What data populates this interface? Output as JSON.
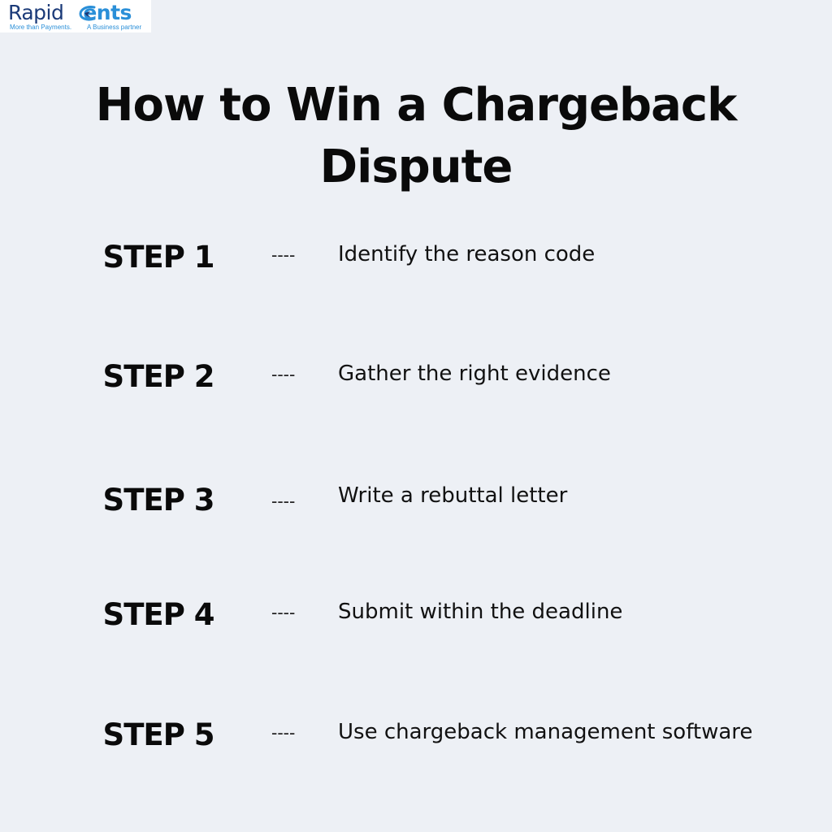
{
  "logo": {
    "word_left": "Rapid",
    "word_right": "ents",
    "tagline_left": "More than Payments.",
    "tagline_right": "A Business partner"
  },
  "title": {
    "line1": "How to Win a Chargeback",
    "line2": "Dispute"
  },
  "separator": "----",
  "steps": [
    {
      "label": "STEP 1",
      "text": "Identify the reason code"
    },
    {
      "label": "STEP 2",
      "text": "Gather the right evidence"
    },
    {
      "label": "STEP 3",
      "text": "Write a rebuttal letter"
    },
    {
      "label": "STEP 4",
      "text": "Submit within the deadline"
    },
    {
      "label": "STEP 5",
      "text": "Use chargeback management software"
    }
  ],
  "colors": {
    "background": "#edf0f5",
    "text": "#0a0a0a",
    "brand_dark": "#1b3a78",
    "brand_light": "#2a8fd8"
  }
}
